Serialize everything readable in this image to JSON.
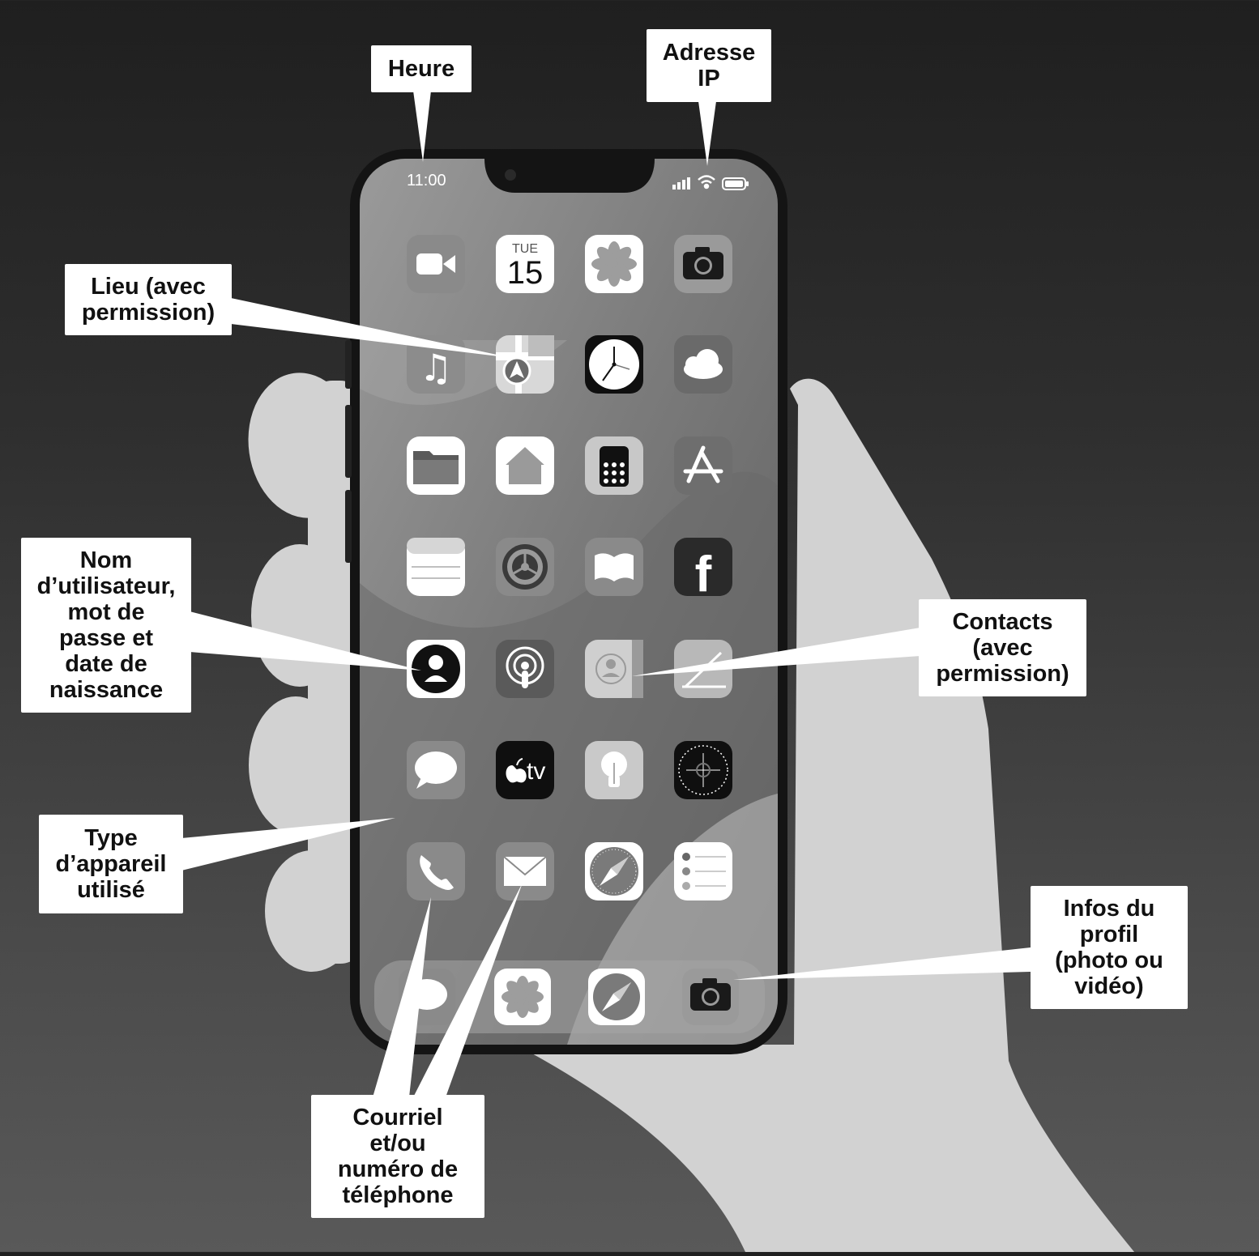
{
  "status_bar": {
    "time": "11:00"
  },
  "calendar_icon": {
    "day": "TUE",
    "date": "15"
  },
  "tv_icon": {
    "label": "tv"
  },
  "callouts": {
    "heure": "Heure",
    "adresse_ip": "Adresse\nIP",
    "lieu": "Lieu (avec\npermission)",
    "nom": "Nom\nd’utilisateur,\nmot de\npasse et\ndate de\nnaissance",
    "type_appareil": "Type\nd’appareil\nutilisé",
    "courriel": "Courriel\net/ou\nnuméro de\ntéléphone",
    "contacts": "Contacts\n(avec\npermission)",
    "infos_profil": "Infos du\nprofil\n(photo ou\nvidéo)"
  },
  "icons": [
    "facetime-icon",
    "calendar-icon",
    "photos-icon",
    "camera-icon",
    "music-icon",
    "maps-icon",
    "clock-icon",
    "weather-icon",
    "files-icon",
    "home-icon",
    "calculator-icon",
    "app-store-icon",
    "notes-icon",
    "settings-icon",
    "books-icon",
    "facebook-icon",
    "account-icon",
    "podcasts-icon",
    "contacts-icon",
    "freeform-icon",
    "messages-icon",
    "apple-tv-icon",
    "tips-icon",
    "compass-icon",
    "phone-icon",
    "mail-icon",
    "safari-icon",
    "reminders-icon"
  ],
  "dock_icons": [
    "messages-icon",
    "photos-icon",
    "safari-icon",
    "camera-icon"
  ]
}
